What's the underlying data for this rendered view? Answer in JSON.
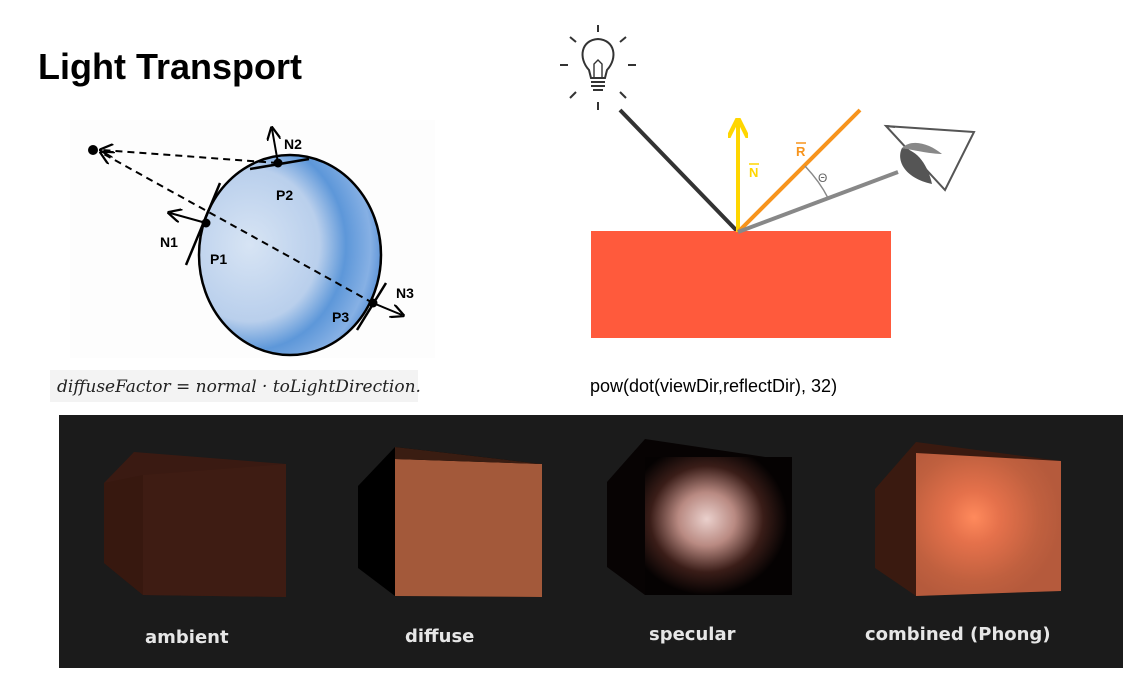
{
  "title": "Light Transport",
  "diffuse_diagram": {
    "normals": [
      "N1",
      "N2",
      "N3"
    ],
    "points": [
      "P1",
      "P2",
      "P3"
    ],
    "formula": "diffuseFactor = normal · toLightDirection."
  },
  "specular_diagram": {
    "normal_label": "N",
    "reflect_label": "R",
    "angle_label": "Θ",
    "formula": "pow(dot(viewDir,reflectDir), 32)",
    "colors": {
      "surface": "#ff5a3c",
      "normal": "#ffd600",
      "reflect": "#f7941d",
      "view": "#888888",
      "light": "#333333"
    }
  },
  "phong_panel": {
    "labels": [
      "ambient",
      "diffuse",
      "specular",
      "combined (Phong)"
    ]
  }
}
